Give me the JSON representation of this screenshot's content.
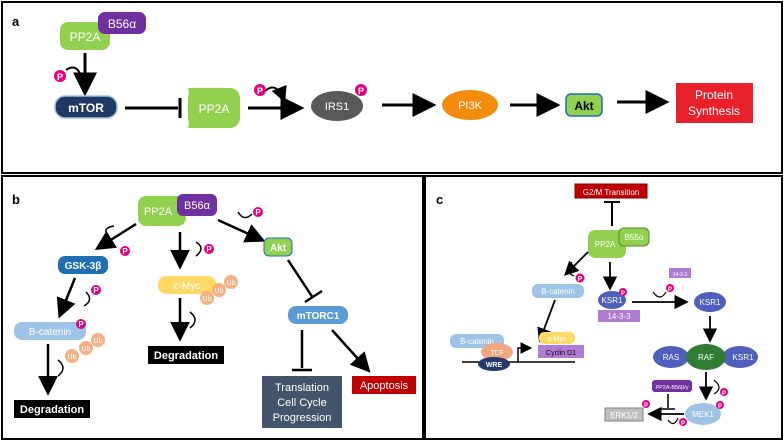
{
  "panel_a": {
    "letter": "a",
    "pp2a_top": "PP2A",
    "b56a": "B56α",
    "mtor": "mTOR",
    "pp2a_mid": "PP2A",
    "irs1": "IRS1",
    "pi3k": "PI3K",
    "akt": "Akt",
    "protein_synthesis": [
      "Protein",
      "Synthesis"
    ]
  },
  "panel_b": {
    "letter": "b",
    "pp2a": "PP2A",
    "b56a": "B56α",
    "gsk": "GSK-3β",
    "cmyc": "c-Myc",
    "akt": "Akt",
    "bcatenin": "B-catenin",
    "mtorc1": "mTORC1",
    "ub": "Ub",
    "degradation": "Degradation",
    "translation": [
      "Translation",
      "Cell Cycle",
      "Progression"
    ],
    "apoptosis": "Apoptosis"
  },
  "panel_c": {
    "letter": "c",
    "g2m": "G2/M Transition",
    "pp2a": "PP2A",
    "b55a": "B55α",
    "bcatenin_1": "B-catenin",
    "ksr1_top": "KSR1",
    "protein_1433": "14-3-3",
    "small_1433": "14-3-3",
    "ksr1_right": "KSR1",
    "bcatenin_2": "B-catenin",
    "tcf": "TCF",
    "cmyc": "c-Myc",
    "cyclin": "Cyclin D1",
    "wre": "WRE",
    "ras": "RAS",
    "raf": "RAF",
    "ksr1_bottom": "KSR1",
    "pp2a_b56": "PP2A-B56β/γ",
    "erk": "ERK1/2",
    "mek": "MEK1"
  },
  "phospho_label": "P",
  "colors": {
    "pp2a_green": "#92d050",
    "b56_purple": "#7030a0",
    "phospho_pink": "#e6007e",
    "mtor_navy": "#1f3864",
    "irs_gray": "#595959",
    "pi3k_orange": "#f38b0c",
    "protein_red": "#e8202a",
    "gsk_blue": "#1f6fb2",
    "cmyc_yellow": "#ffd966",
    "bcat_lightblue": "#9dc3e6",
    "ub_peach": "#f4b183",
    "mtorc1_blue": "#5b9bd5",
    "translation_slate": "#44546a",
    "apoptosis_red": "#c00000",
    "ksr_blue": "#4f5fbd",
    "lilac": "#b07cd2",
    "raf_green": "#2e7d32",
    "tcf_orange": "#f4a582",
    "wre_navy": "#243a6b",
    "erk_gray": "#bfbfbf"
  }
}
